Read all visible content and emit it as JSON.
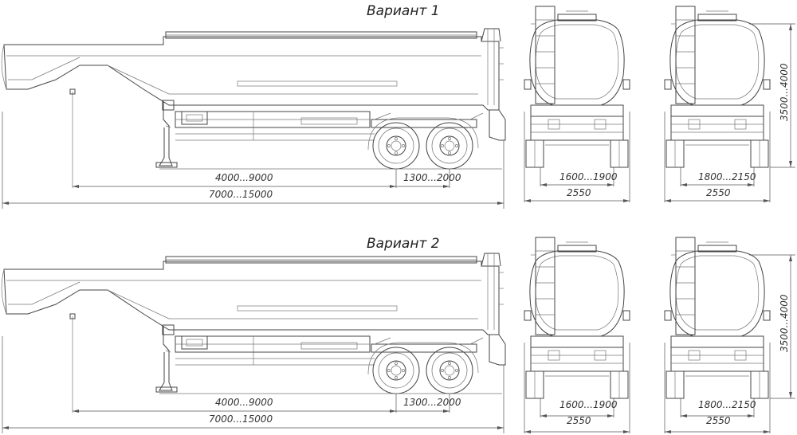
{
  "variants": [
    {
      "title": "Вариант 1",
      "side": {
        "wheelbase_range": "4000...9000",
        "axle_spacing_range": "1300...2000",
        "overall_length_range": "7000...15000"
      },
      "rear_a": {
        "track_range": "1600...1900",
        "width": "2550"
      },
      "rear_b": {
        "track_range": "1800...2150",
        "width": "2550",
        "height_range": "3500...4000"
      }
    },
    {
      "title": "Вариант 2",
      "side": {
        "wheelbase_range": "4000...9000",
        "axle_spacing_range": "1300...2000",
        "overall_length_range": "7000...15000"
      },
      "rear_a": {
        "track_range": "1600...1900",
        "width": "2550"
      },
      "rear_b": {
        "track_range": "1800...2150",
        "width": "2550",
        "height_range": "3500...4000"
      }
    }
  ]
}
